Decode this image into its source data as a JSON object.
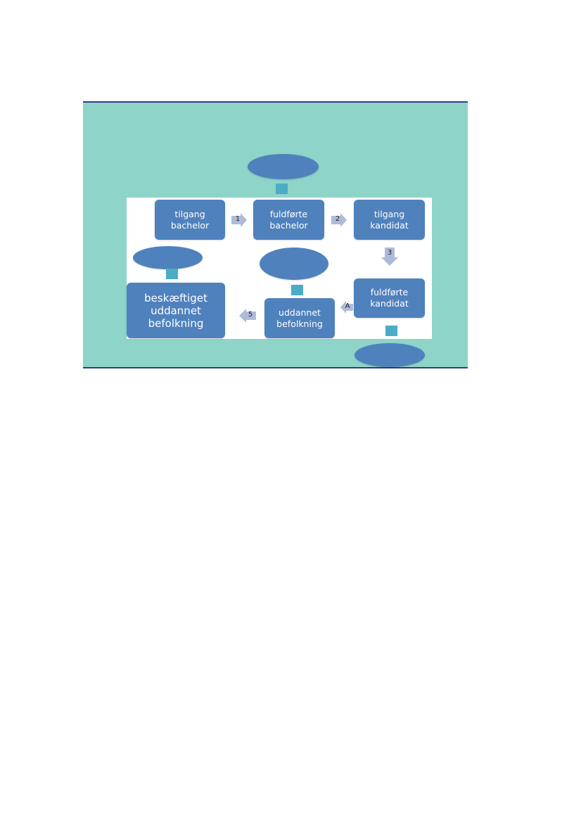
{
  "nodes": {
    "tilgang_bachelor": "tilgang\nbachelor",
    "fuldforte_bachelor": "fuldførte\nbachelor",
    "tilgang_kandidat": "tilgang kandidat",
    "fuldforte_kandidat": "fuldførte\nkandidat",
    "uddannet_befolkning": "uddannet\nbefolkning",
    "beskaeftiget": "beskæftiget\nuddannet\nbefolkning"
  },
  "arrows": {
    "a1": "1",
    "a2": "2",
    "a3": "3",
    "a4": "A",
    "a5": "5"
  },
  "colors": {
    "panel": "#8ed4c8",
    "node": "#4f81bd",
    "connector": "#4bacc6",
    "arrow": "#aebbd8",
    "border": "#2e3d8c"
  }
}
